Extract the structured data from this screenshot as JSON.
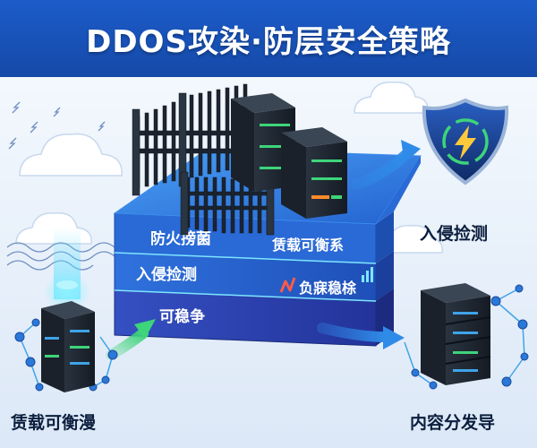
{
  "title": "DDOS攻染·防层安全策略",
  "platform": {
    "top_left_label": "防火搒菌",
    "top_right_label": "赁载可衡系",
    "middle_left_label": "入侵捡测",
    "middle_right_label": "负寐稳梌",
    "bottom_label": "可稳争"
  },
  "captions": {
    "shield": "入侵捡测",
    "left_server": "赁载可衡漫",
    "right_server": "内容分发导"
  },
  "icons": [
    "cloud-icon",
    "shield-icon",
    "lightning-icon",
    "server-icon",
    "fence-icon",
    "network-node-icon"
  ],
  "colors": {
    "banner": "#1c5cc9",
    "platform_top": "#2f7ee0",
    "platform_middle": "#2559c4",
    "platform_bottom": "#2a3fa8",
    "accent_green": "#3ed47a",
    "shield": "#1b3f8c"
  }
}
